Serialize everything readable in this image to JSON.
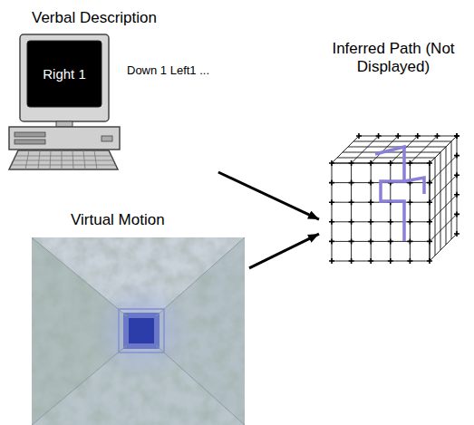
{
  "diagram": {
    "nodes": [
      {
        "text": [
          "Verbal Description",
          "Right 1",
          "Down 1 Left1 ..."
        ]
      },
      {
        "text": [
          "Virtual Motion"
        ]
      },
      {
        "text": [
          "Inferred Path (Not Displayed)"
        ]
      }
    ],
    "edges": [
      {
        "from": 0,
        "to": 2,
        "arrow": "to"
      },
      {
        "from": 1,
        "to": 2,
        "arrow": "to"
      }
    ]
  }
}
